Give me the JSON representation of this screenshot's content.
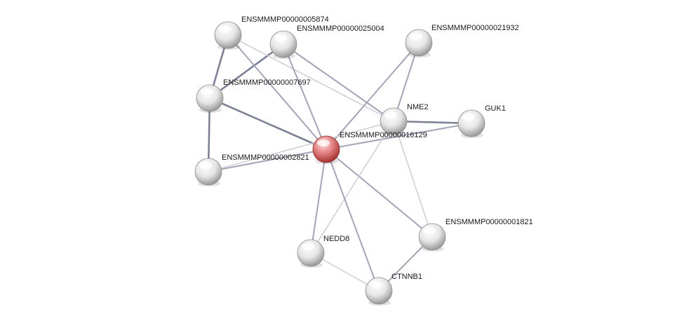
{
  "network": {
    "query_protein": "ENSMMMP00000016129",
    "nodes": [
      {
        "id": "q",
        "label": "ENSMMMP00000016129",
        "query": true
      },
      {
        "id": "p5874",
        "label": "ENSMMMP00000005874",
        "query": false
      },
      {
        "id": "p25004",
        "label": "ENSMMMP00000025004",
        "query": false
      },
      {
        "id": "p21932",
        "label": "ENSMMMP00000021932",
        "query": false
      },
      {
        "id": "p7697",
        "label": "ENSMMMP00000007697",
        "query": false
      },
      {
        "id": "nme2",
        "label": "NME2",
        "query": false
      },
      {
        "id": "guk1",
        "label": "GUK1",
        "query": false
      },
      {
        "id": "p2821",
        "label": "ENSMMMP00000002821",
        "query": false
      },
      {
        "id": "p1821",
        "label": "ENSMMMP00000001821",
        "query": false
      },
      {
        "id": "nedd8",
        "label": "NEDD8",
        "query": false
      },
      {
        "id": "ctnnb1",
        "label": "CTNNB1",
        "query": false
      }
    ],
    "edges": [
      {
        "a": "p5874",
        "b": "p7697",
        "weight": "strong"
      },
      {
        "a": "p7697",
        "b": "p2821",
        "weight": "strong"
      },
      {
        "a": "p7697",
        "b": "p25004",
        "weight": "strong"
      },
      {
        "a": "p7697",
        "b": "q",
        "weight": "strong"
      },
      {
        "a": "p5874",
        "b": "q",
        "weight": "medium"
      },
      {
        "a": "p5874",
        "b": "nme2",
        "weight": "weak"
      },
      {
        "a": "p25004",
        "b": "q",
        "weight": "medium"
      },
      {
        "a": "p25004",
        "b": "nme2",
        "weight": "medium"
      },
      {
        "a": "p21932",
        "b": "q",
        "weight": "medium"
      },
      {
        "a": "p21932",
        "b": "nme2",
        "weight": "medium"
      },
      {
        "a": "nme2",
        "b": "guk1",
        "weight": "strong"
      },
      {
        "a": "q",
        "b": "guk1",
        "weight": "medium"
      },
      {
        "a": "q",
        "b": "p2821",
        "weight": "medium"
      },
      {
        "a": "p2821",
        "b": "nme2",
        "weight": "weak"
      },
      {
        "a": "q",
        "b": "p1821",
        "weight": "medium"
      },
      {
        "a": "nme2",
        "b": "p1821",
        "weight": "weak"
      },
      {
        "a": "q",
        "b": "nedd8",
        "weight": "medium"
      },
      {
        "a": "nedd8",
        "b": "nme2",
        "weight": "weak"
      },
      {
        "a": "q",
        "b": "ctnnb1",
        "weight": "medium"
      },
      {
        "a": "nedd8",
        "b": "ctnnb1",
        "weight": "weak"
      },
      {
        "a": "p1821",
        "b": "ctnnb1",
        "weight": "medium"
      }
    ]
  }
}
